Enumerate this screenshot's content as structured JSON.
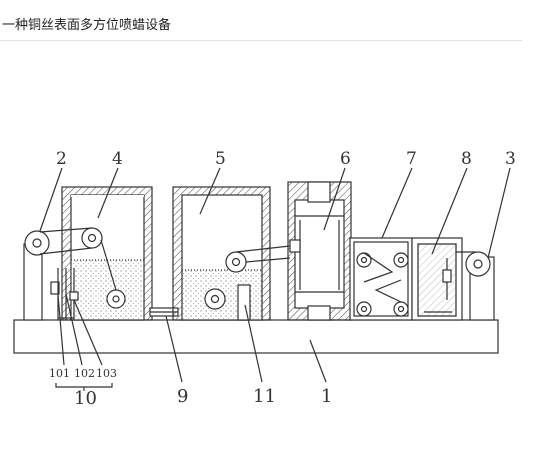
{
  "header": {
    "title": "一种铜丝表面多方位喷蜡设备"
  },
  "figure": {
    "labels": [
      {
        "key": "n2",
        "text": "2"
      },
      {
        "key": "n4",
        "text": "4"
      },
      {
        "key": "n5",
        "text": "5"
      },
      {
        "key": "n6",
        "text": "6"
      },
      {
        "key": "n7",
        "text": "7"
      },
      {
        "key": "n8",
        "text": "8"
      },
      {
        "key": "n3",
        "text": "3"
      },
      {
        "key": "n101",
        "text": "101"
      },
      {
        "key": "n102",
        "text": "102"
      },
      {
        "key": "n103",
        "text": "103"
      },
      {
        "key": "n10",
        "text": "10"
      },
      {
        "key": "n9",
        "text": "9"
      },
      {
        "key": "n11",
        "text": "11"
      },
      {
        "key": "n1",
        "text": "1"
      }
    ]
  }
}
